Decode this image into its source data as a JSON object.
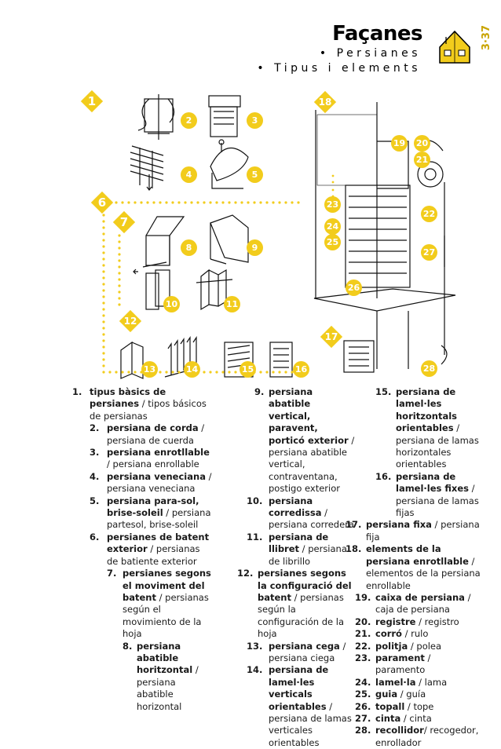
{
  "header": {
    "title": "Façanes",
    "line1": "• Persianes",
    "line2": "• Tipus i elements",
    "page_number": "3·37"
  },
  "callouts": {
    "d1": "1",
    "d6": "6",
    "d7": "7",
    "d12": "12",
    "d17": "17",
    "d18": "18",
    "c2": "2",
    "c3": "3",
    "c4": "4",
    "c5": "5",
    "c8": "8",
    "c9": "9",
    "c10": "10",
    "c11": "11",
    "c13": "13",
    "c14": "14",
    "c15": "15",
    "c16": "16",
    "c19": "19",
    "c20": "20",
    "c21": "21",
    "c22": "22",
    "c23": "23",
    "c24": "24",
    "c25": "25",
    "c26": "26",
    "c27": "27",
    "c28": "28"
  },
  "glossary": {
    "col1": [
      {
        "num": "1.",
        "term": "tipus bàsics de persianes",
        "rest": " / tipos básicos de persianas"
      },
      {
        "num": "2.",
        "term": "persiana de corda",
        "rest": " / persiana de cuerda"
      },
      {
        "num": "3.",
        "term": "persiana enrotllable",
        "rest": " / persiana enrollable"
      },
      {
        "num": "4.",
        "term": "persiana veneciana",
        "rest": " / persiana veneciana"
      },
      {
        "num": "5.",
        "term": "persiana para-sol, brise-soleil",
        "rest": " / persiana partesol, brise-soleil"
      },
      {
        "num": "6.",
        "term": "persianes de batent exterior",
        "rest": " / persianas de batiente exterior"
      },
      {
        "num": "7.",
        "term": "persianes segons el moviment del batent",
        "rest": " / persianas según el movimiento de la hoja"
      },
      {
        "num": "8.",
        "term": "persiana abatible horitzontal",
        "rest": " / persiana abatible horizontal"
      }
    ],
    "col2": [
      {
        "num": "9.",
        "term": "persiana abatible vertical, paravent, porticó exterior",
        "rest": " / persiana abatible vertical, contraventana, postigo exterior"
      },
      {
        "num": "10.",
        "term": "persiana corredissa",
        "rest": " / persiana corredera"
      },
      {
        "num": "11.",
        "term": "persiana de llibret",
        "rest": " / persiana de librillo"
      },
      {
        "num": "12.",
        "term": "persianes segons la configuració del batent",
        "rest": " / persianas según la configuración de la hoja"
      },
      {
        "num": "13.",
        "term": "persiana cega",
        "rest": " / persiana ciega"
      },
      {
        "num": "14.",
        "term": "persiana de lamel·les verticals orientables",
        "rest": " / persiana de lamas verticales orientables"
      }
    ],
    "col3": [
      {
        "num": "15.",
        "term": "persiana de lamel·les horitzontals orientables",
        "rest": " / persiana de lamas horizontales orientables"
      },
      {
        "num": "16.",
        "term": "persiana de lamel·les fixes",
        "rest": " / persiana de lamas fijas"
      },
      {
        "num": "17.",
        "term": "persiana fixa",
        "rest": " / persiana fija"
      },
      {
        "num": "18.",
        "term": "elements de la persiana enrotllable",
        "rest": " / elementos de la persiana enrollable"
      },
      {
        "num": "19.",
        "term": "caixa de persiana",
        "rest": " / caja de persiana"
      },
      {
        "num": "20.",
        "term": "registre",
        "rest": " / registro"
      },
      {
        "num": "21.",
        "term": "corró",
        "rest": " / rulo"
      },
      {
        "num": "22.",
        "term": "politja",
        "rest": " / polea"
      },
      {
        "num": "23.",
        "term": "parament",
        "rest": " / paramento"
      },
      {
        "num": "24.",
        "term": "lamel·la",
        "rest": " / lama"
      },
      {
        "num": "25.",
        "term": "guia",
        "rest": " / guía"
      },
      {
        "num": "26.",
        "term": "topall",
        "rest": " / tope"
      },
      {
        "num": "27.",
        "term": "cinta",
        "rest": " / cinta"
      },
      {
        "num": "28.",
        "term": "recollidor",
        "rest": "/ recogedor, enrollador"
      }
    ]
  },
  "colors": {
    "accent": "#f2cc1c",
    "text": "#1a1a1a"
  },
  "icons": [
    "house-icon"
  ]
}
